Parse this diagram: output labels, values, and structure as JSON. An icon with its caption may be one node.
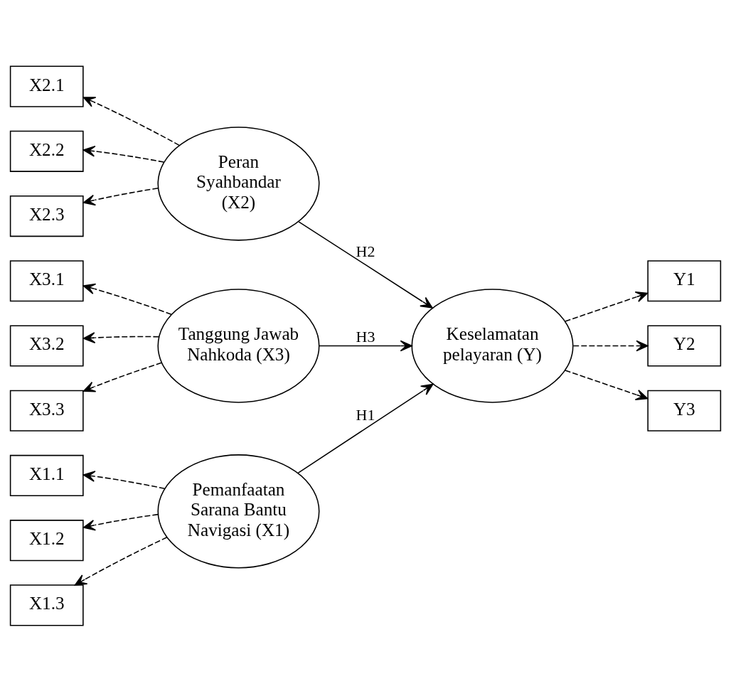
{
  "diagram": {
    "nodes": [
      {
        "text": [
          "Pemanfaatan Sarana Bantu Navigasi (X1)"
        ]
      },
      {
        "text": [
          "X1.1"
        ]
      },
      {
        "text": [
          "X1.2"
        ]
      },
      {
        "text": [
          "X1.3"
        ]
      },
      {
        "text": [
          "Peran Syahbandar (X2)"
        ]
      },
      {
        "text": [
          "X2.1"
        ]
      },
      {
        "text": [
          "X2.2"
        ]
      },
      {
        "text": [
          "X2.3"
        ]
      },
      {
        "text": [
          "Tanggung Jawab Nahkoda (X3)"
        ]
      },
      {
        "text": [
          "X3.1"
        ]
      },
      {
        "text": [
          "X3.2"
        ]
      },
      {
        "text": [
          "X3.3"
        ]
      },
      {
        "text": [
          "Keselamatan pelayaran (Y)"
        ]
      },
      {
        "text": [
          "Y1"
        ]
      },
      {
        "text": [
          "Y2"
        ]
      },
      {
        "text": [
          "Y3"
        ]
      }
    ],
    "edges": [
      {
        "from": 0,
        "to": 1,
        "arrow": "to",
        "style": "dashed"
      },
      {
        "from": 0,
        "to": 2,
        "arrow": "to",
        "style": "dashed"
      },
      {
        "from": 0,
        "to": 3,
        "arrow": "to",
        "style": "dashed"
      },
      {
        "from": 4,
        "to": 5,
        "arrow": "to",
        "style": "dashed"
      },
      {
        "from": 4,
        "to": 6,
        "arrow": "to",
        "style": "dashed"
      },
      {
        "from": 4,
        "to": 7,
        "arrow": "to",
        "style": "dashed"
      },
      {
        "from": 8,
        "to": 9,
        "arrow": "to",
        "style": "dashed"
      },
      {
        "from": 8,
        "to": 10,
        "arrow": "to",
        "style": "dashed"
      },
      {
        "from": 8,
        "to": 11,
        "arrow": "to",
        "style": "dashed"
      },
      {
        "from": 0,
        "to": 12,
        "arrow": "to",
        "label": "H1"
      },
      {
        "from": 4,
        "to": 12,
        "arrow": "to",
        "label": "H2"
      },
      {
        "from": 8,
        "to": 12,
        "arrow": "to",
        "label": "H3"
      },
      {
        "from": 12,
        "to": 13,
        "arrow": "to",
        "style": "dashed"
      },
      {
        "from": 12,
        "to": 14,
        "arrow": "to",
        "style": "dashed"
      },
      {
        "from": 12,
        "to": 15,
        "arrow": "to",
        "style": "dashed"
      }
    ]
  }
}
